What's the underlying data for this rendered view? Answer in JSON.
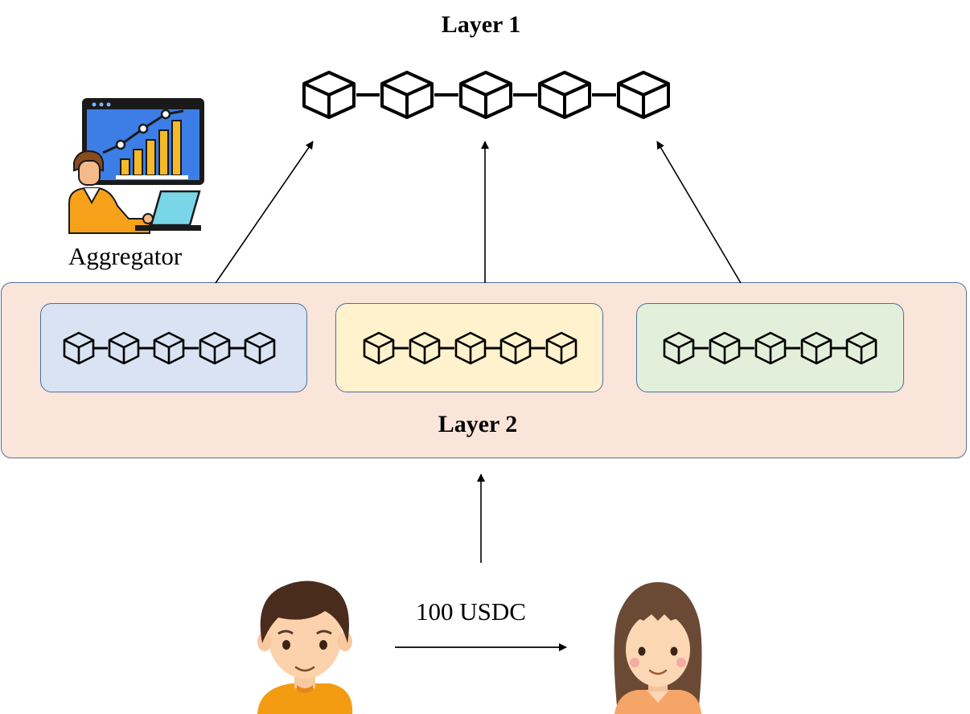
{
  "layer1": {
    "title": "Layer 1"
  },
  "layer2": {
    "title": "Layer 2",
    "chains": [
      {
        "color": "#dae3f3"
      },
      {
        "color": "#fff2cc"
      },
      {
        "color": "#e2efda"
      }
    ]
  },
  "aggregator": {
    "label": "Aggregator",
    "icon": "aggregator-analyst-icon"
  },
  "transfer": {
    "amount_label": "100 USDC",
    "sender_icon": "boy-avatar-icon",
    "receiver_icon": "girl-avatar-icon"
  },
  "colors": {
    "layer2_bg": "#fae5da",
    "border": "#4c6ea3"
  }
}
